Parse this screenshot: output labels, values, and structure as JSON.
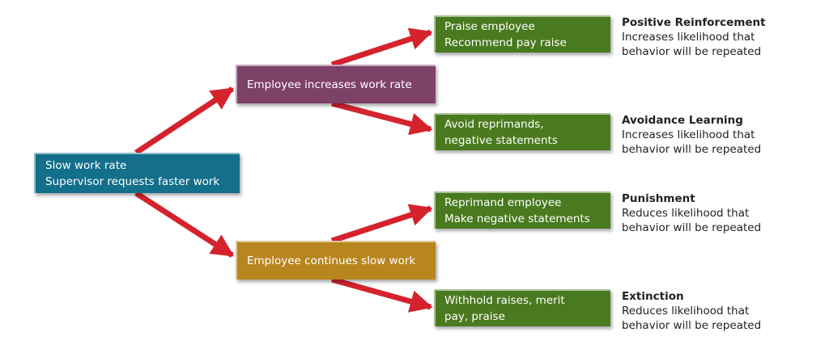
{
  "colors": {
    "arrow": "#d4232d",
    "start": "#136f8a",
    "increase": "#7e4168",
    "continue": "#b8861f",
    "outcome": "#4a7a1f"
  },
  "nodes": {
    "start": {
      "lines": [
        "Slow work rate",
        "Supervisor requests faster work"
      ]
    },
    "increase": {
      "lines": [
        "Employee increases work rate"
      ]
    },
    "continue": {
      "lines": [
        "Employee continues slow work"
      ]
    },
    "praise": {
      "lines": [
        "Praise employee",
        "Recommend pay raise"
      ]
    },
    "avoid": {
      "lines": [
        "Avoid reprimands,",
        "negative statements"
      ]
    },
    "reprimand": {
      "lines": [
        "Reprimand employee",
        "Make negative statements"
      ]
    },
    "withhold": {
      "lines": [
        "Withhold raises, merit",
        "pay, praise"
      ]
    }
  },
  "results": {
    "positive": {
      "title": "Positive Reinforcement",
      "lines": [
        "Increases likelihood that",
        "behavior will be repeated"
      ]
    },
    "avoidance": {
      "title": "Avoidance Learning",
      "lines": [
        "Increases likelihood that",
        "behavior will be repeated"
      ]
    },
    "punishment": {
      "title": "Punishment",
      "lines": [
        "Reduces likelihood that",
        "behavior will be repeated"
      ]
    },
    "extinction": {
      "title": "Extinction",
      "lines": [
        "Reduces likelihood that",
        "behavior will be repeated"
      ]
    }
  }
}
